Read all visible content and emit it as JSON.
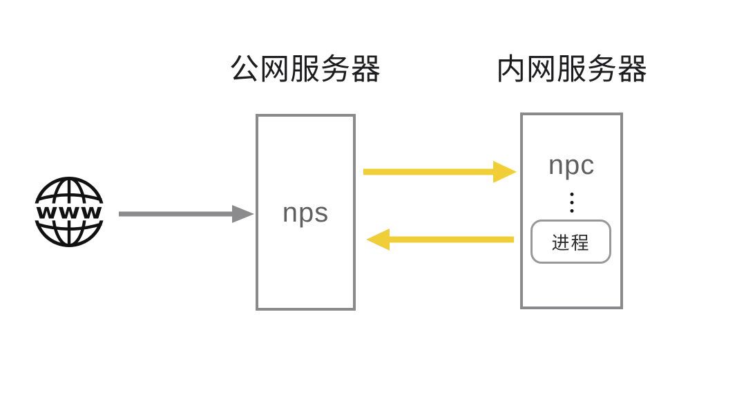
{
  "internet": {
    "label": "www",
    "icon": "www-globe"
  },
  "public_server": {
    "title": "公网服务器",
    "node": "nps"
  },
  "private_server": {
    "title": "内网服务器",
    "node": "npc",
    "process_label": "进程"
  },
  "arrows": {
    "internet_to_nps": {
      "direction": "right",
      "color": "gray"
    },
    "nps_to_npc": {
      "direction": "right",
      "color": "yellow"
    },
    "npc_to_nps": {
      "direction": "left",
      "color": "yellow"
    }
  },
  "colors": {
    "box_border": "#8a8a8c",
    "arrow_gray": "#8b8b8d",
    "arrow_yellow": "#f0ce38",
    "node_text": "#5f5f61",
    "title_text": "#1c1c1e",
    "process_border": "#98989a",
    "process_text": "#2b2b2d",
    "icon_black": "#111111",
    "dot_black": "#161616",
    "background": "#ffffff"
  }
}
